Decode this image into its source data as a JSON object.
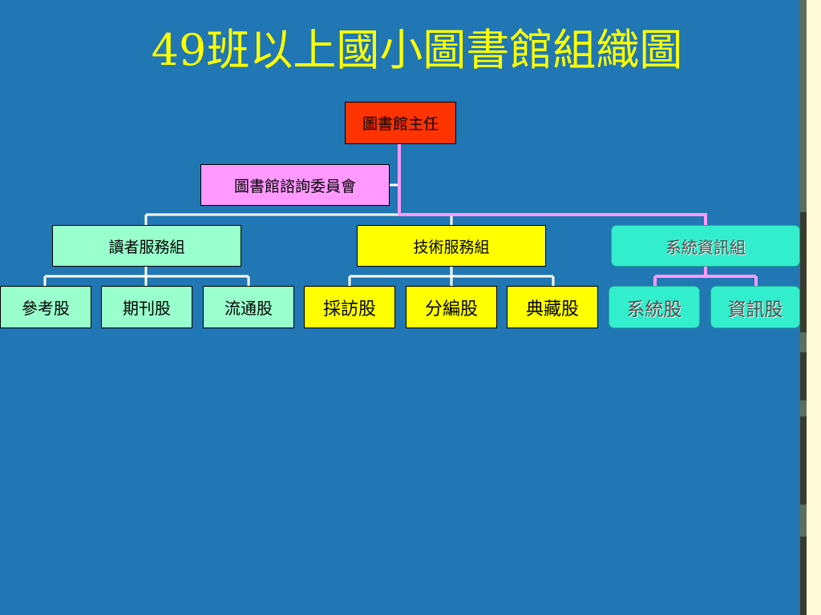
{
  "title": "49班以上國小圖書館組織圖",
  "nodes": {
    "director": "圖書館主任",
    "committee": "圖書館諮詢委員會",
    "reader_services": "讀者服務組",
    "technical_services": "技術服務組",
    "systems_info": "系統資訊組",
    "reference": "參考股",
    "periodicals": "期刊股",
    "circulation": "流通股",
    "acquisitions": "採訪股",
    "cataloging": "分編股",
    "collections": "典藏股",
    "systems": "系統股",
    "information": "資訊股"
  },
  "colors": {
    "background": "#2077b3",
    "title": "#ffff00",
    "director": "#ff3300",
    "committee": "#ff99ff",
    "reader_services": "#99ffcc",
    "technical_services": "#ffff00",
    "systems_info": "#33eecc",
    "connector": "#ffffff",
    "systems_connector": "#ff99ff"
  }
}
